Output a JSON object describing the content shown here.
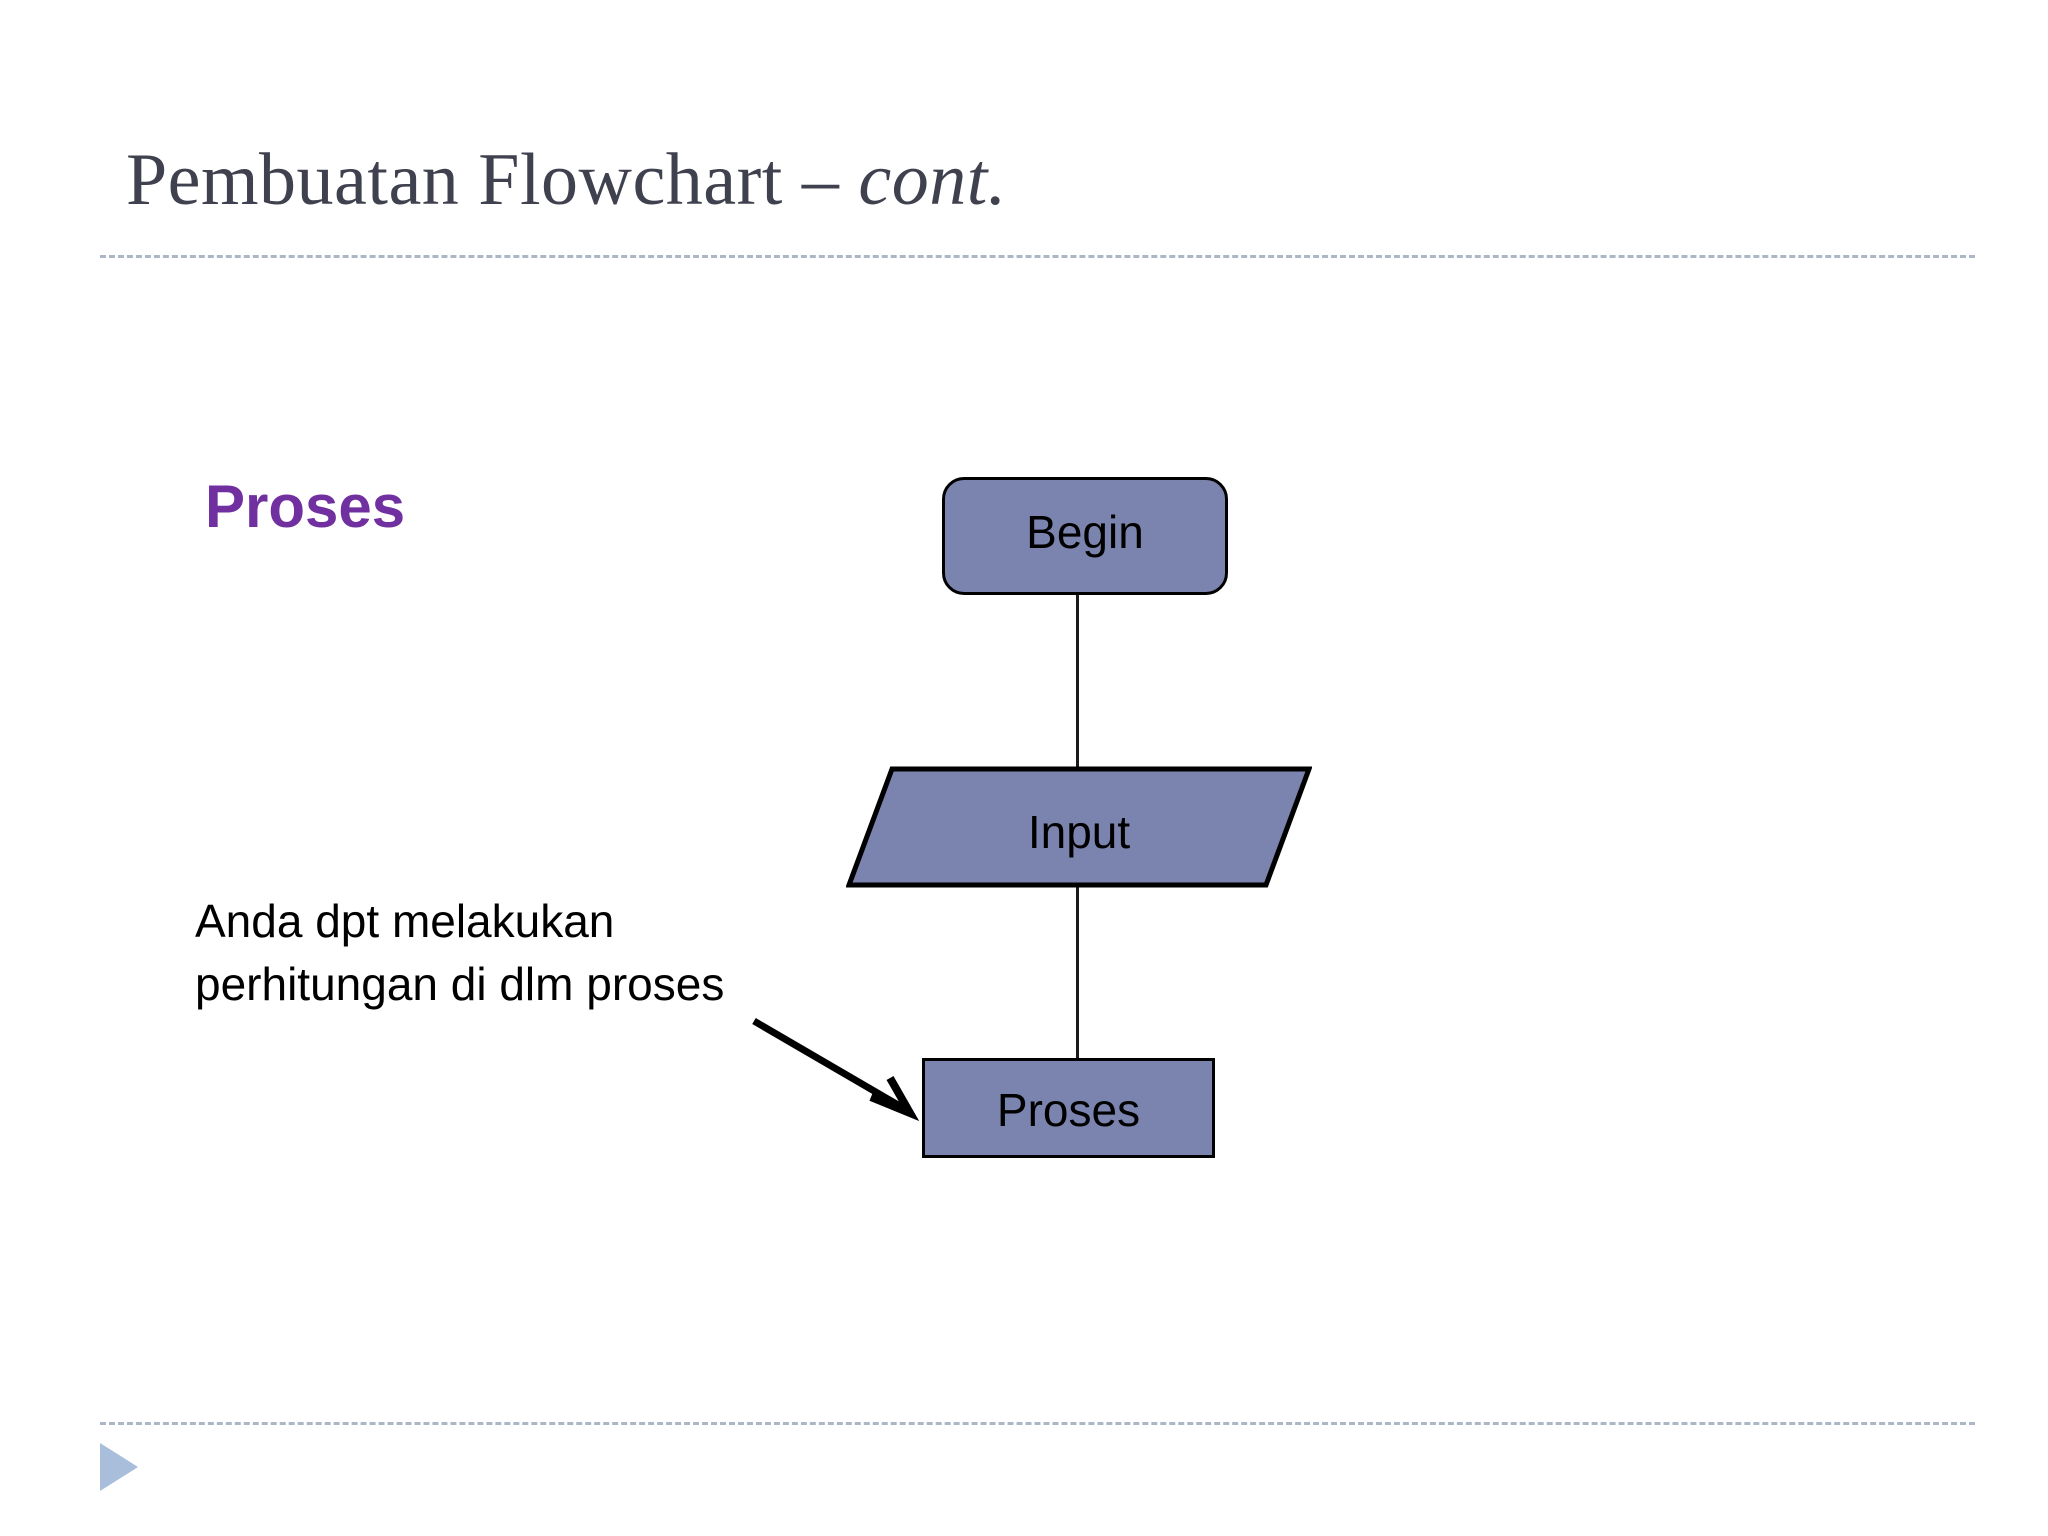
{
  "slide": {
    "title_main": "Pembuatan Flowchart – ",
    "title_cont": "cont.",
    "section_heading": "Proses",
    "annotation_line1": "Anda dpt melakukan",
    "annotation_line2": "perhitungan di dlm proses"
  },
  "flowchart": {
    "nodes": [
      {
        "id": "begin",
        "label": "Begin",
        "shape": "rounded-rectangle"
      },
      {
        "id": "input",
        "label": "Input",
        "shape": "parallelogram"
      },
      {
        "id": "proses",
        "label": "Proses",
        "shape": "rectangle"
      }
    ],
    "connectors": [
      {
        "from": "begin",
        "to": "input",
        "style": "line"
      },
      {
        "from": "input",
        "to": "proses",
        "style": "line"
      }
    ],
    "callout": {
      "target": "proses",
      "arrow": "diagonal-arrow"
    }
  },
  "colors": {
    "shape_fill": "#7b84ae",
    "shape_stroke": "#000000",
    "heading_purple": "#7030a0",
    "title_gray": "#40414e",
    "rule_dashed": "#adb6c6",
    "triangle_blue": "#a8bedb"
  }
}
